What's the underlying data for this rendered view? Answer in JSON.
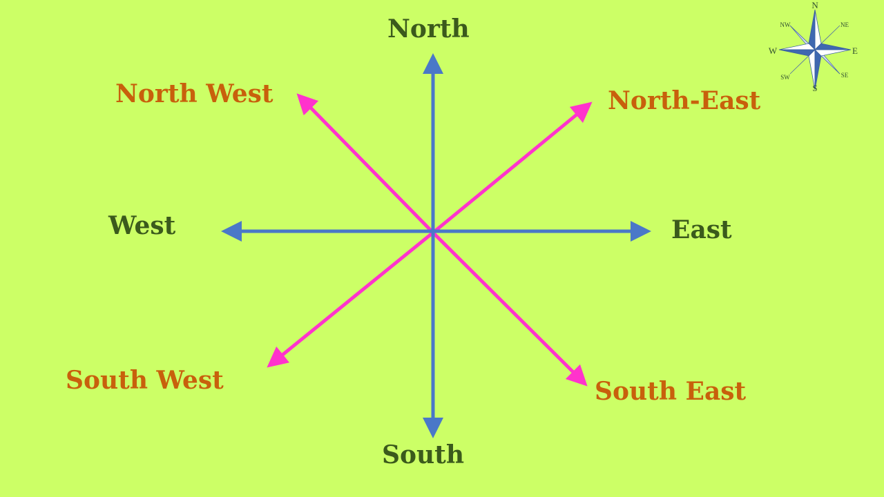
{
  "labels": {
    "north": "North",
    "south": "South",
    "east": "East",
    "west": "West",
    "north_west": "North West",
    "north_east": "North-East",
    "south_west": "South West",
    "south_east": "South East"
  },
  "compass_rose": {
    "n": "N",
    "s": "S",
    "e": "E",
    "w": "W",
    "ne": "NE",
    "nw": "NW",
    "se": "SE",
    "sw": "SW"
  },
  "colors": {
    "background": "#ccff66",
    "cardinal_text": "#3b5a1c",
    "intercardinal_text": "#c8600c",
    "cardinal_arrows": "#4a78c8",
    "intercardinal_arrows": "#ff33cc"
  }
}
